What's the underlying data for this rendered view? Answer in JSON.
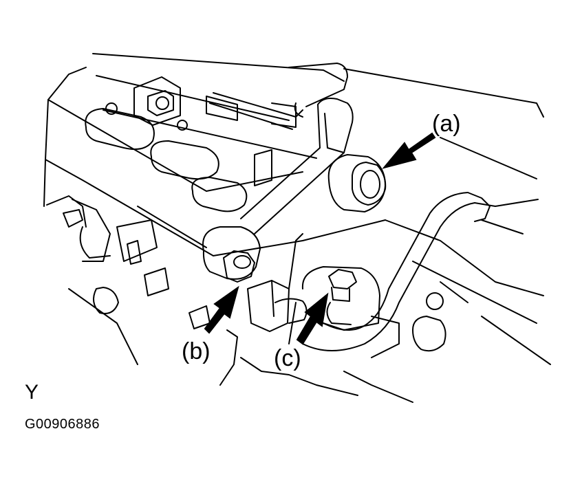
{
  "callouts": {
    "a": "(a)",
    "b": "(b)",
    "c": "(c)"
  },
  "view_letter": "Y",
  "figure_code": "G00906886",
  "colors": {
    "ink": "#000000",
    "paper": "#ffffff"
  }
}
